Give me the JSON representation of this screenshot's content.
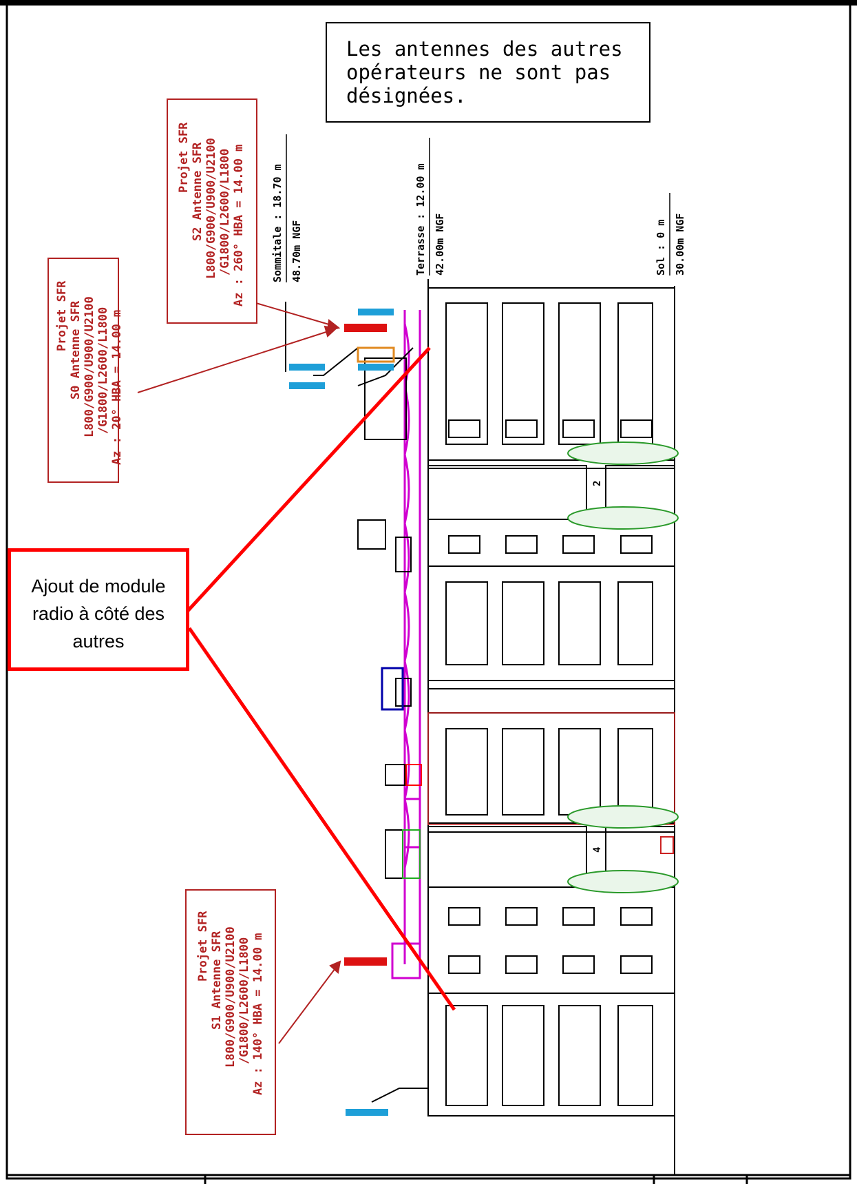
{
  "note": {
    "text": "Les antennes des autres\nopérateurs ne sont pas\ndésignées."
  },
  "callout": {
    "text": "Ajout de module\nradio à côté des\nautres"
  },
  "antenna_labels": {
    "s0": [
      "Projet SFR",
      "S0 Antenne SFR",
      "L800/G900/U900/U2100",
      "/G1800/L2600/L1800",
      "Az : 20°  HBA = 14.00 m"
    ],
    "s2": [
      "Projet SFR",
      "S2 Antenne SFR",
      "L800/G900/U900/U2100",
      "/G1800/L2600/L1800",
      "Az : 260°  HBA = 14.00 m"
    ],
    "s1": [
      "Projet SFR",
      "S1 Antenne SFR",
      "L800/G900/U900/U2100",
      "/G1800/L2600/L1800",
      "Az : 140°  HBA = 14.00 m"
    ]
  },
  "levels": {
    "sommitale": {
      "top": "Sommitale : 18.70 m",
      "bottom": "48.70m NGF"
    },
    "terrasse": {
      "top": "Terrasse : 12.00 m",
      "bottom": "42.00m NGF"
    },
    "sol": {
      "top": "Sol : 0 m",
      "bottom": "30.00m NGF"
    }
  },
  "stair_numbers": [
    "2",
    "4"
  ],
  "colors": {
    "sfr_red": "#b22222",
    "callout_red": "#ff0000",
    "magenta": "#d000d0",
    "cyan": "#1e9fd8",
    "green": "#2a9a2a",
    "orange": "#e08a20"
  }
}
